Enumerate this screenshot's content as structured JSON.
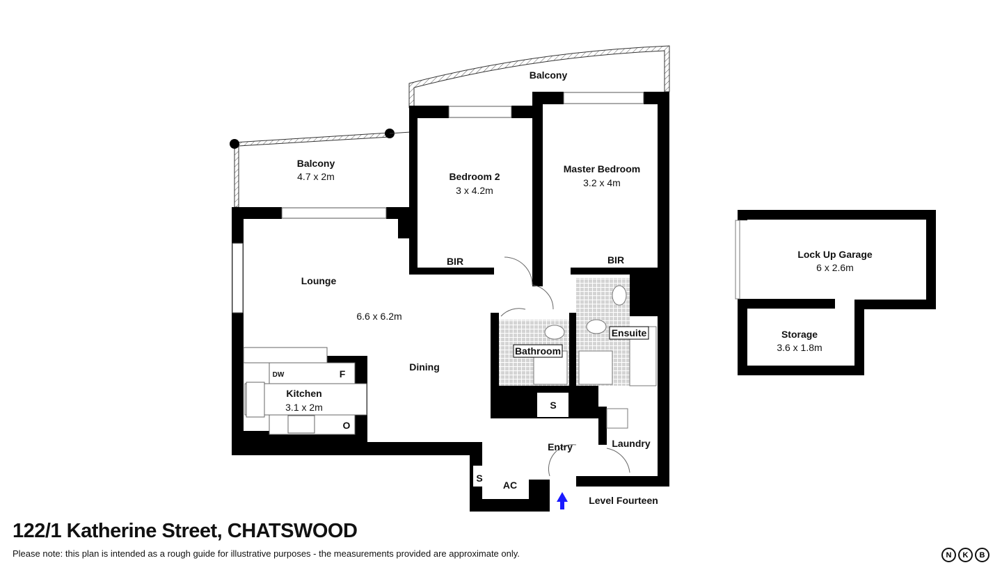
{
  "title": "122/1 Katherine Street, CHATSWOOD",
  "note": "Please note: this plan is intended as a rough guide for illustrative purposes - the measurements provided are approximate only.",
  "logo": [
    "N",
    "K",
    "B"
  ],
  "rooms": {
    "balcony_top": {
      "name": "Balcony"
    },
    "balcony_left": {
      "name": "Balcony",
      "size": "4.7 x 2m"
    },
    "bedroom2": {
      "name": "Bedroom 2",
      "size": "3 x 4.2m"
    },
    "master": {
      "name": "Master Bedroom",
      "size": "3.2 x 4m"
    },
    "bir1": {
      "name": "BIR"
    },
    "bir2": {
      "name": "BIR"
    },
    "lounge": {
      "name": "Lounge",
      "size": "6.6 x 6.2m"
    },
    "dining": {
      "name": "Dining"
    },
    "kitchen": {
      "name": "Kitchen",
      "size": "3.1 x 2m"
    },
    "dw": "DW",
    "fridge": "F",
    "oven": "O",
    "bathroom": {
      "name": "Bathroom"
    },
    "ensuite": {
      "name": "Ensuite"
    },
    "storage_s1": "S",
    "storage_s2": "S",
    "ac": "AC",
    "entry": {
      "name": "Entry"
    },
    "laundry": {
      "name": "Laundry"
    },
    "level": "Level Fourteen",
    "garage": {
      "name": "Lock Up Garage",
      "size": "6 x 2.6m"
    },
    "storage": {
      "name": "Storage",
      "size": "3.6 x 1.8m"
    }
  },
  "colors": {
    "wall": "#000000",
    "entry_arrow": "#1a1aff",
    "tile": "#cfcfcf"
  }
}
